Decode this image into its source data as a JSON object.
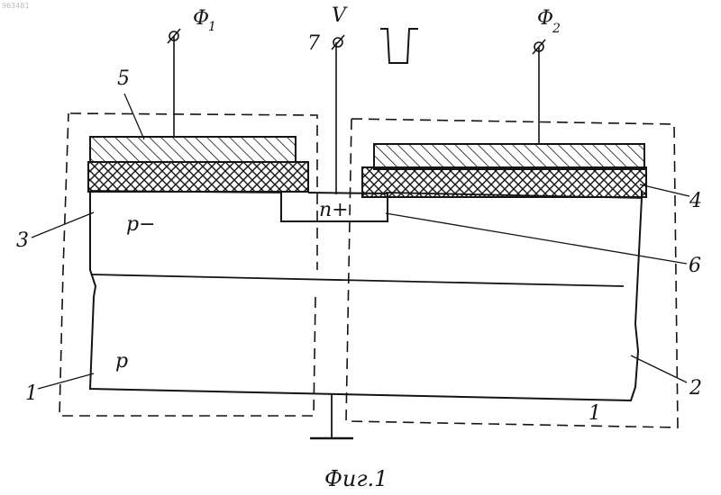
{
  "watermark": "963481",
  "labels": {
    "phi1": "Φ",
    "phi1_sub": "1",
    "phi2": "Φ",
    "phi2_sub": "2",
    "v": "V",
    "terminal7": "7",
    "region_p_minus": "p−",
    "region_p": "p",
    "region_n_plus": "n+",
    "ref1_left": "1",
    "ref1_right": "1",
    "ref2": "2",
    "ref3": "3",
    "ref4": "4",
    "ref5": "5",
    "ref6": "6"
  },
  "caption": "Фиг.1",
  "colors": {
    "ink": "#141414",
    "paper": "#ffffff"
  }
}
